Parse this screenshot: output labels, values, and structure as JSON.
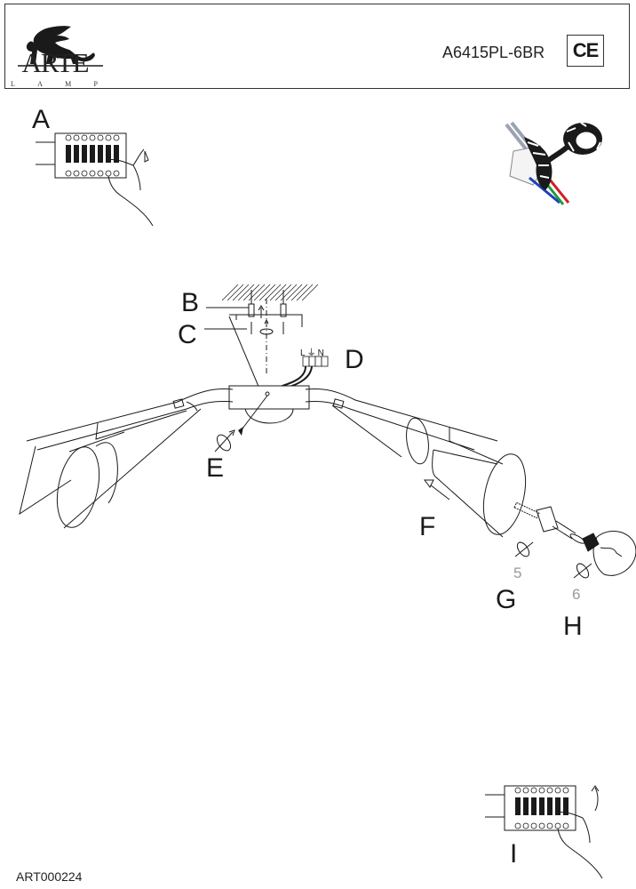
{
  "header": {
    "brand": "ARTE",
    "brand_sub": [
      "L",
      "A",
      "M",
      "P"
    ],
    "model_number": "A6415PL-6BR",
    "certification_mark": "CE"
  },
  "steps": {
    "A": "A",
    "B": "B",
    "C": "C",
    "D": "D",
    "E": "E",
    "F": "F",
    "G": "G",
    "H": "H",
    "I": "I"
  },
  "step_numbers": {
    "five": "5",
    "six": "6"
  },
  "terminal_labels": {
    "live": "L",
    "earth": "⏚",
    "neutral": "N"
  },
  "icons": {
    "logo": "winged-lion-icon",
    "breaker_off": "circuit-breaker-off-icon",
    "insulation": "insulating-tape-icon",
    "rotate": "rotate-arrow-icon",
    "bulb": "light-bulb-icon",
    "breaker_on": "circuit-breaker-on-icon"
  },
  "colors": {
    "line": "#1a1a1a",
    "wire_blue": "#1f3fbf",
    "wire_red": "#d0202a",
    "wire_green": "#1f9a3a",
    "wire_grey": "#9aa3b0"
  },
  "footer": {
    "document_code": "ART000224"
  }
}
